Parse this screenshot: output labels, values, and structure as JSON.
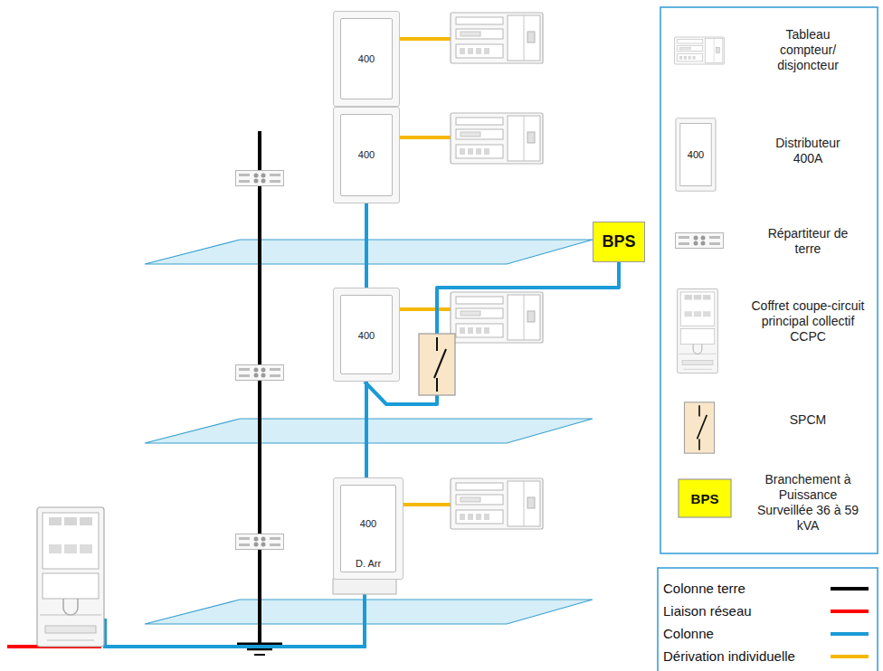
{
  "diagram": {
    "nodes": [
      {
        "text": [
          "400"
        ]
      },
      {
        "text": [
          "400"
        ]
      },
      {
        "text": [
          "400"
        ]
      },
      {
        "text": [
          "400",
          "D. Arr"
        ]
      },
      {
        "text": [
          "BPS"
        ]
      }
    ],
    "edges": [
      {
        "from": 1,
        "to": 2,
        "arrow": "none"
      },
      {
        "from": 2,
        "to": 3,
        "arrow": "none"
      },
      {
        "from": 2,
        "to": 4,
        "arrow": "none"
      }
    ],
    "labels": [
      "400",
      "BPS"
    ],
    "legend": [
      {
        "text": "Tableau compteur/ disjoncteur"
      },
      {
        "text": "Distributeur 400A"
      },
      {
        "text": "Répartiteur de terre"
      },
      {
        "text": "Coffret coupe-circuit principal collectif CCPC"
      },
      {
        "text": "SPCM"
      },
      {
        "text": "Branchement à Puissance Surveillée 36 à 59 kVA"
      },
      {
        "text": "Colonne terre",
        "color": "#000000"
      },
      {
        "text": "Liaison réseau",
        "color": "#ff0000"
      },
      {
        "text": "Colonne",
        "color": "#1b9bd7"
      },
      {
        "text": "Dérivation individuelle",
        "color": "#f5b800"
      }
    ]
  }
}
